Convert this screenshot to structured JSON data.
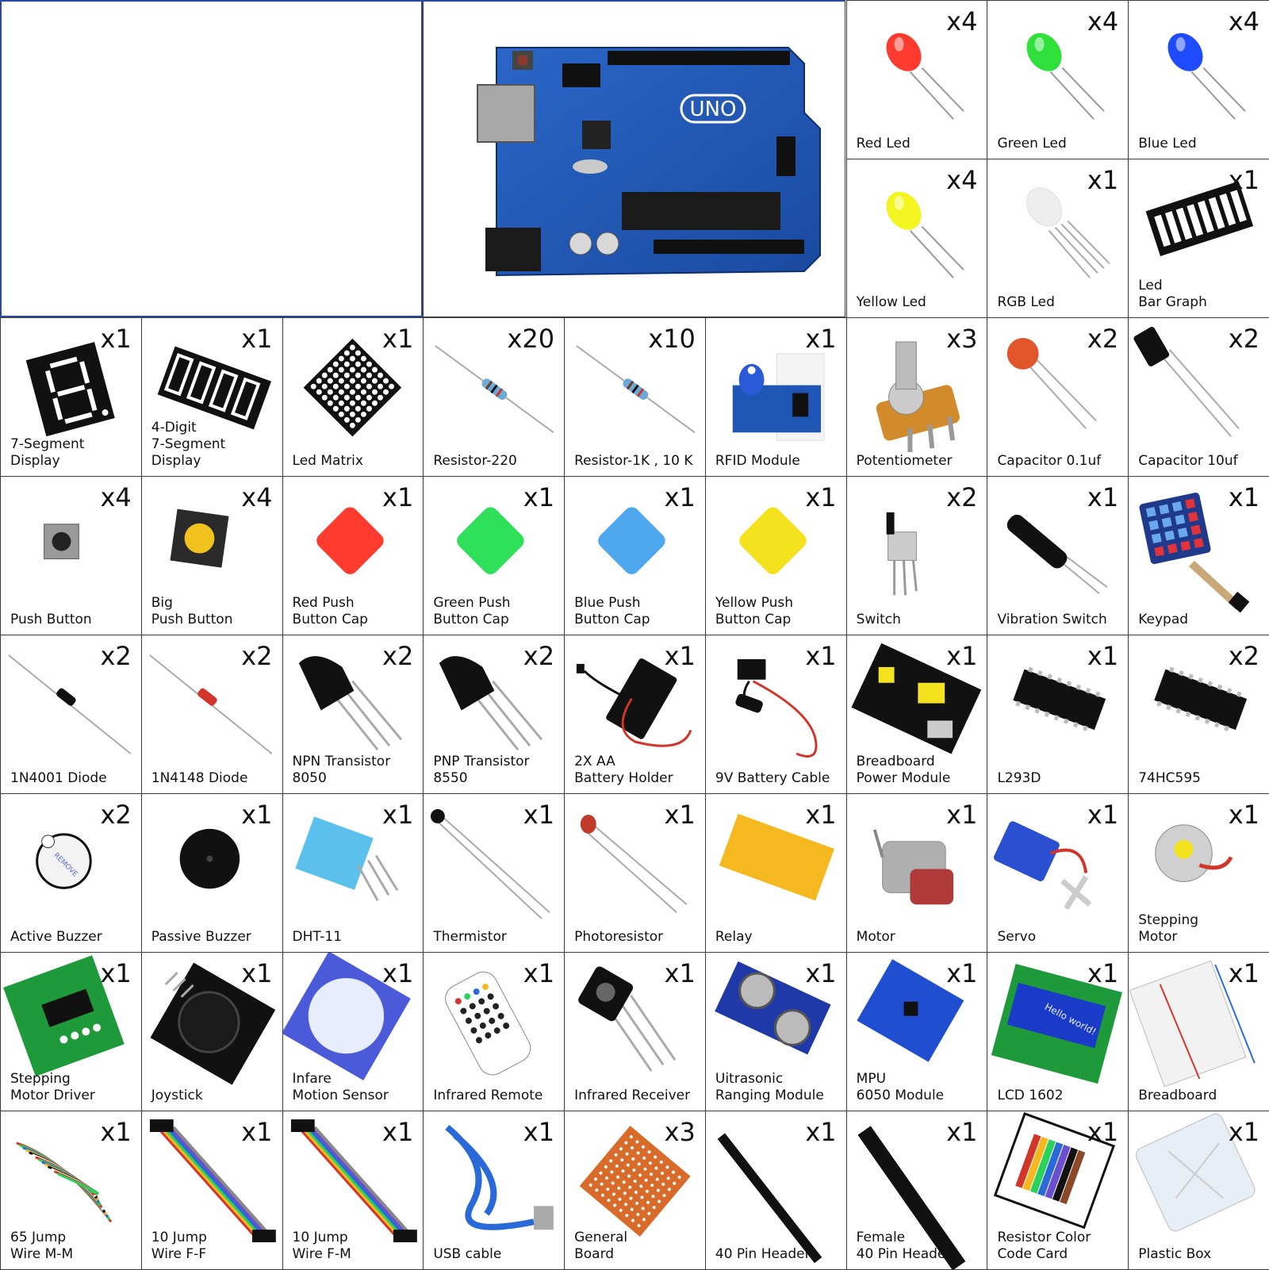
{
  "colors": {
    "board_blue": "#1f55b5",
    "border": "#3a3a3a",
    "frame_blue": "#2a4aa0"
  },
  "board": {
    "label": "UNO",
    "icon": "arduino-uno-board-icon"
  },
  "items": [
    {
      "id": "red-led",
      "name": "Red Led",
      "qty": "x4",
      "icon": "led-icon",
      "color": "#ff3b2f"
    },
    {
      "id": "green-led",
      "name": "Green Led",
      "qty": "x4",
      "icon": "led-icon",
      "color": "#2fe03a"
    },
    {
      "id": "blue-led",
      "name": "Blue Led",
      "qty": "x4",
      "icon": "led-icon",
      "color": "#1f4bff"
    },
    {
      "id": "yellow-led",
      "name": "Yellow Led",
      "qty": "x4",
      "icon": "led-icon",
      "color": "#f2f51f"
    },
    {
      "id": "rgb-led",
      "name": "RGB Led",
      "qty": "x1",
      "icon": "rgb-led-icon",
      "color": "#eeeeee"
    },
    {
      "id": "led-bar-graph",
      "name": "Led\nBar Graph",
      "qty": "x1",
      "icon": "bar-graph-icon",
      "color": "#111111"
    },
    {
      "id": "seven-segment",
      "name": "7-Segment\nDisplay",
      "qty": "x1",
      "icon": "seven-segment-icon",
      "color": "#111111"
    },
    {
      "id": "four-digit",
      "name": "4-Digit\n7-Segment Display",
      "qty": "x1",
      "icon": "four-digit-display-icon",
      "color": "#111111"
    },
    {
      "id": "led-matrix",
      "name": "Led Matrix",
      "qty": "x1",
      "icon": "led-matrix-icon",
      "color": "#111111"
    },
    {
      "id": "resistor-220",
      "name": "Resistor-220",
      "qty": "x20",
      "icon": "resistor-icon",
      "color": "#6ea8d8"
    },
    {
      "id": "resistor-1k",
      "name": "Resistor-1K , 10 K",
      "qty": "x10",
      "icon": "resistor-icon",
      "color": "#6ea8d8"
    },
    {
      "id": "rfid",
      "name": "RFID Module",
      "qty": "x1",
      "icon": "rfid-module-icon",
      "color": "#1f55b5"
    },
    {
      "id": "potentiometer",
      "name": "Potentiometer",
      "qty": "x3",
      "icon": "potentiometer-icon",
      "color": "#d18b2a"
    },
    {
      "id": "cap-01",
      "name": "Capacitor 0.1uf",
      "qty": "x2",
      "icon": "ceramic-capacitor-icon",
      "color": "#e0552a"
    },
    {
      "id": "cap-10",
      "name": "Capacitor 10uf",
      "qty": "x2",
      "icon": "electrolytic-capacitor-icon",
      "color": "#111111"
    },
    {
      "id": "push-button",
      "name": "Push Button",
      "qty": "x4",
      "icon": "push-button-icon",
      "color": "#222222"
    },
    {
      "id": "big-push-button",
      "name": "Big\nPush Button",
      "qty": "x4",
      "icon": "big-push-button-icon",
      "color": "#f2c21f"
    },
    {
      "id": "red-cap",
      "name": "Red Push\nButton Cap",
      "qty": "x1",
      "icon": "button-cap-icon",
      "color": "#ff3b2f"
    },
    {
      "id": "green-cap",
      "name": "Green Push\nButton Cap",
      "qty": "x1",
      "icon": "button-cap-icon",
      "color": "#2fe05a"
    },
    {
      "id": "blue-cap",
      "name": "Blue Push\nButton Cap",
      "qty": "x1",
      "icon": "button-cap-icon",
      "color": "#4fa8ee"
    },
    {
      "id": "yellow-cap",
      "name": "Yellow Push\nButton Cap",
      "qty": "x1",
      "icon": "button-cap-icon",
      "color": "#f5e21f"
    },
    {
      "id": "switch",
      "name": "Switch",
      "qty": "x2",
      "icon": "slide-switch-icon",
      "color": "#cccccc"
    },
    {
      "id": "vibration-switch",
      "name": "Vibration Switch",
      "qty": "x1",
      "icon": "vibration-switch-icon",
      "color": "#111111"
    },
    {
      "id": "keypad",
      "name": "Keypad",
      "qty": "x1",
      "icon": "keypad-icon",
      "color": "#1f3a8a"
    },
    {
      "id": "diode-4001",
      "name": "1N4001 Diode",
      "qty": "x2",
      "icon": "diode-icon",
      "color": "#111111"
    },
    {
      "id": "diode-4148",
      "name": "1N4148 Diode",
      "qty": "x2",
      "icon": "diode-icon",
      "color": "#d2362a"
    },
    {
      "id": "npn",
      "name": "NPN Transistor 8050",
      "qty": "x2",
      "icon": "transistor-icon",
      "color": "#111111"
    },
    {
      "id": "pnp",
      "name": "PNP Transistor 8550",
      "qty": "x2",
      "icon": "transistor-icon",
      "color": "#111111"
    },
    {
      "id": "battery-holder",
      "name": "2X AA\nBattery Holder",
      "qty": "x1",
      "icon": "battery-holder-icon",
      "color": "#111111"
    },
    {
      "id": "battery-cable",
      "name": "9V Battery Cable",
      "qty": "x1",
      "icon": "battery-cable-icon",
      "color": "#111111"
    },
    {
      "id": "bb-power",
      "name": "Breadboard\nPower Module",
      "qty": "x1",
      "icon": "power-module-icon",
      "color": "#111111"
    },
    {
      "id": "l293d",
      "name": "L293D",
      "qty": "x1",
      "icon": "ic-chip-icon",
      "color": "#111111"
    },
    {
      "id": "hc595",
      "name": "74HC595",
      "qty": "x2",
      "icon": "ic-chip-icon",
      "color": "#111111"
    },
    {
      "id": "active-buzzer",
      "name": "Active Buzzer",
      "qty": "x2",
      "icon": "active-buzzer-icon",
      "color": "#f4f4f4"
    },
    {
      "id": "passive-buzzer",
      "name": "Passive Buzzer",
      "qty": "x1",
      "icon": "passive-buzzer-icon",
      "color": "#111111"
    },
    {
      "id": "dht11",
      "name": "DHT-11",
      "qty": "x1",
      "icon": "dht11-icon",
      "color": "#5bc0eb"
    },
    {
      "id": "thermistor",
      "name": "Thermistor",
      "qty": "x1",
      "icon": "thermistor-icon",
      "color": "#111111"
    },
    {
      "id": "photoresistor",
      "name": "Photoresistor",
      "qty": "x1",
      "icon": "photoresistor-icon",
      "color": "#c23a2a"
    },
    {
      "id": "relay",
      "name": "Relay",
      "qty": "x1",
      "icon": "relay-icon",
      "color": "#f5b81f"
    },
    {
      "id": "motor",
      "name": "Motor",
      "qty": "x1",
      "icon": "dc-motor-icon",
      "color": "#b0b0b0"
    },
    {
      "id": "servo",
      "name": "Servo",
      "qty": "x1",
      "icon": "servo-icon",
      "color": "#2a4fd0"
    },
    {
      "id": "stepping-motor",
      "name": "Stepping\nMotor",
      "qty": "x1",
      "icon": "stepper-motor-icon",
      "color": "#d0d0d0"
    },
    {
      "id": "stepper-driver",
      "name": "Stepping\nMotor Driver",
      "qty": "x1",
      "icon": "stepper-driver-icon",
      "color": "#1f9a3a"
    },
    {
      "id": "joystick",
      "name": "Joystick",
      "qty": "x1",
      "icon": "joystick-icon",
      "color": "#111111"
    },
    {
      "id": "pir",
      "name": "Infare\nMotion Sensor",
      "qty": "x1",
      "icon": "pir-sensor-icon",
      "color": "#e8ecff"
    },
    {
      "id": "ir-remote",
      "name": "Infrared Remote",
      "qty": "x1",
      "icon": "ir-remote-icon",
      "color": "#ffffff"
    },
    {
      "id": "ir-receiver",
      "name": "Infrared Receiver",
      "qty": "x1",
      "icon": "ir-receiver-icon",
      "color": "#111111"
    },
    {
      "id": "ultrasonic",
      "name": "Uitrasonic\nRanging Module",
      "qty": "x1",
      "icon": "ultrasonic-sensor-icon",
      "color": "#1f3aa8"
    },
    {
      "id": "mpu6050",
      "name": "MPU\n6050 Module",
      "qty": "x1",
      "icon": "mpu6050-icon",
      "color": "#1f4fd0"
    },
    {
      "id": "lcd1602",
      "name": "LCD 1602",
      "qty": "x1",
      "icon": "lcd-icon",
      "color": "#1f9a3a",
      "screen_text": "Hello world!"
    },
    {
      "id": "breadboard",
      "name": "Breadboard",
      "qty": "x1",
      "icon": "breadboard-icon",
      "color": "#f2f2f2"
    },
    {
      "id": "jump-mm",
      "name": "65 Jump\nWire M-M",
      "qty": "x1",
      "icon": "jumper-wires-icon",
      "color": "#d2362a"
    },
    {
      "id": "jump-ff",
      "name": "10 Jump\nWire F-F",
      "qty": "x1",
      "icon": "ribbon-cable-icon",
      "color": "#6a4fd0"
    },
    {
      "id": "jump-fm",
      "name": "10 Jump\nWire F-M",
      "qty": "x1",
      "icon": "ribbon-cable-icon",
      "color": "#6a4fd0"
    },
    {
      "id": "usb-cable",
      "name": "USB cable",
      "qty": "x1",
      "icon": "usb-cable-icon",
      "color": "#2a6ad8"
    },
    {
      "id": "general-board",
      "name": "General\nBoard",
      "qty": "x3",
      "icon": "perfboard-icon",
      "color": "#d86a2a"
    },
    {
      "id": "pin-header",
      "name": "40 Pin Header",
      "qty": "x1",
      "icon": "pin-header-icon",
      "color": "#111111"
    },
    {
      "id": "female-header",
      "name": "Female\n40 Pin Header",
      "qty": "x1",
      "icon": "female-header-icon",
      "color": "#111111"
    },
    {
      "id": "color-card",
      "name": "Resistor Color\nCode Card",
      "qty": "x1",
      "icon": "color-code-card-icon",
      "color": "#ffffff"
    },
    {
      "id": "plastic-box",
      "name": "Plastic Box",
      "qty": "x1",
      "icon": "plastic-box-icon",
      "color": "#e8eef5"
    }
  ]
}
